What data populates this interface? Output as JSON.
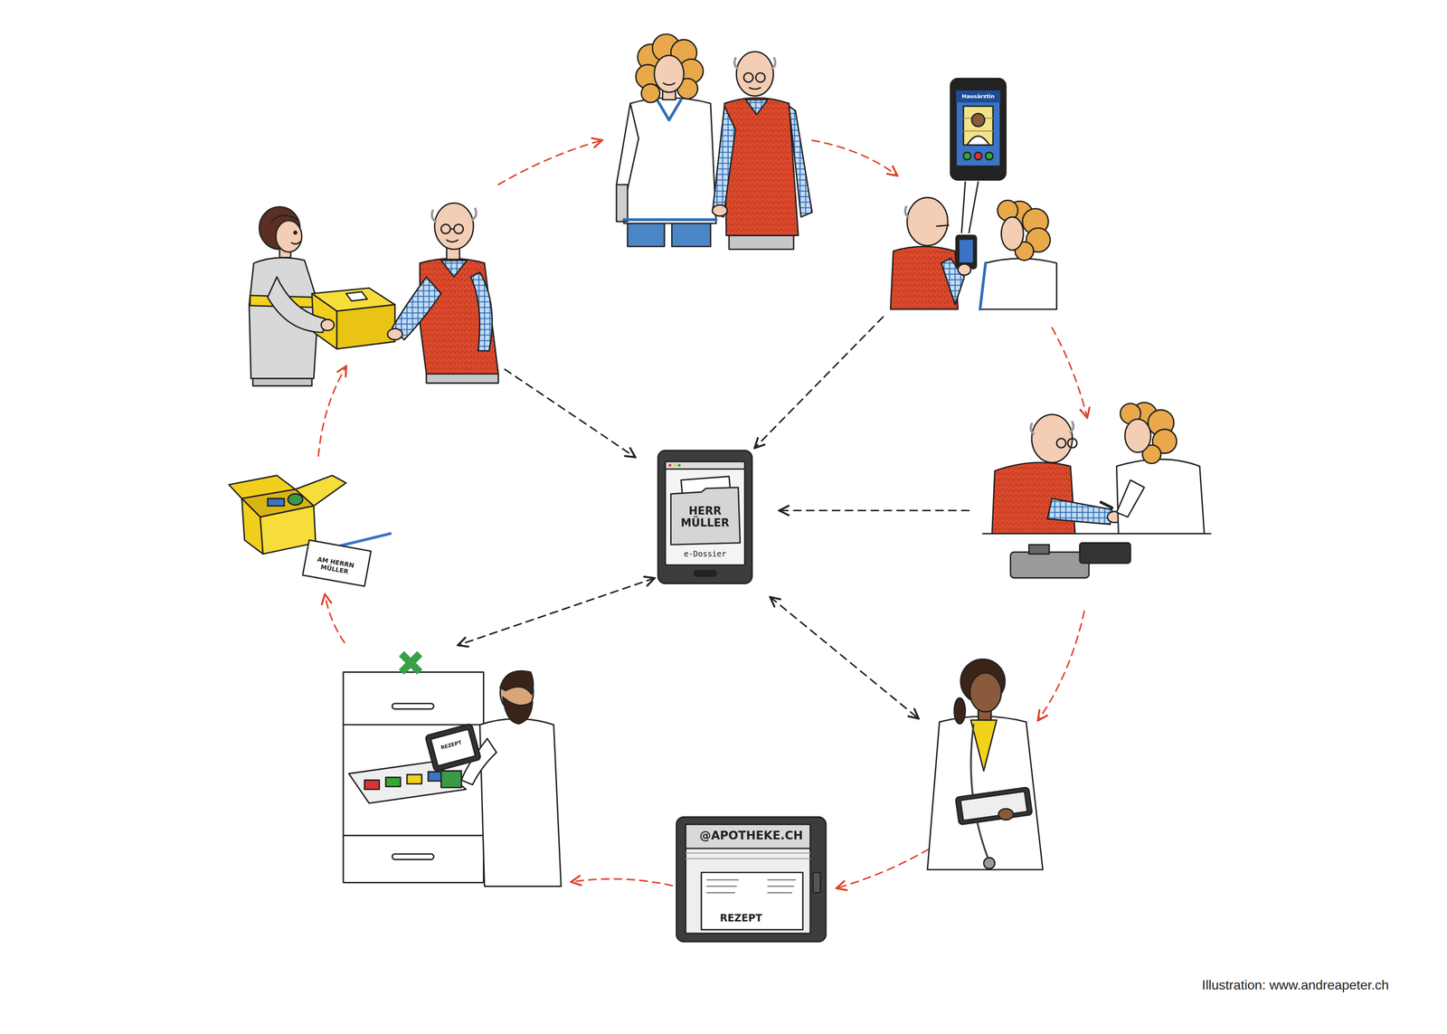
{
  "diagram": {
    "nodes": [
      {
        "text": [
          "Hausärztin"
        ]
      },
      {
        "text": [
          "AM HERRN MÜLLER"
        ]
      },
      {
        "text": [
          "HERR MÜLLER",
          "e-Dossier"
        ]
      },
      {
        "text": [
          "REZEPT"
        ]
      },
      {
        "text": [
          "@APOTHEKE.CH",
          "REZEPT"
        ]
      }
    ],
    "edges": [
      {
        "from": 0,
        "to": 2,
        "arrow": "to"
      },
      {
        "from": 2,
        "to": 3,
        "arrow": "both"
      },
      {
        "from": 4,
        "to": 3,
        "arrow": "to"
      },
      {
        "from": 3,
        "to": 1,
        "arrow": "to"
      }
    ],
    "labels": [
      "Illustration: www.andreapeter.ch"
    ]
  }
}
